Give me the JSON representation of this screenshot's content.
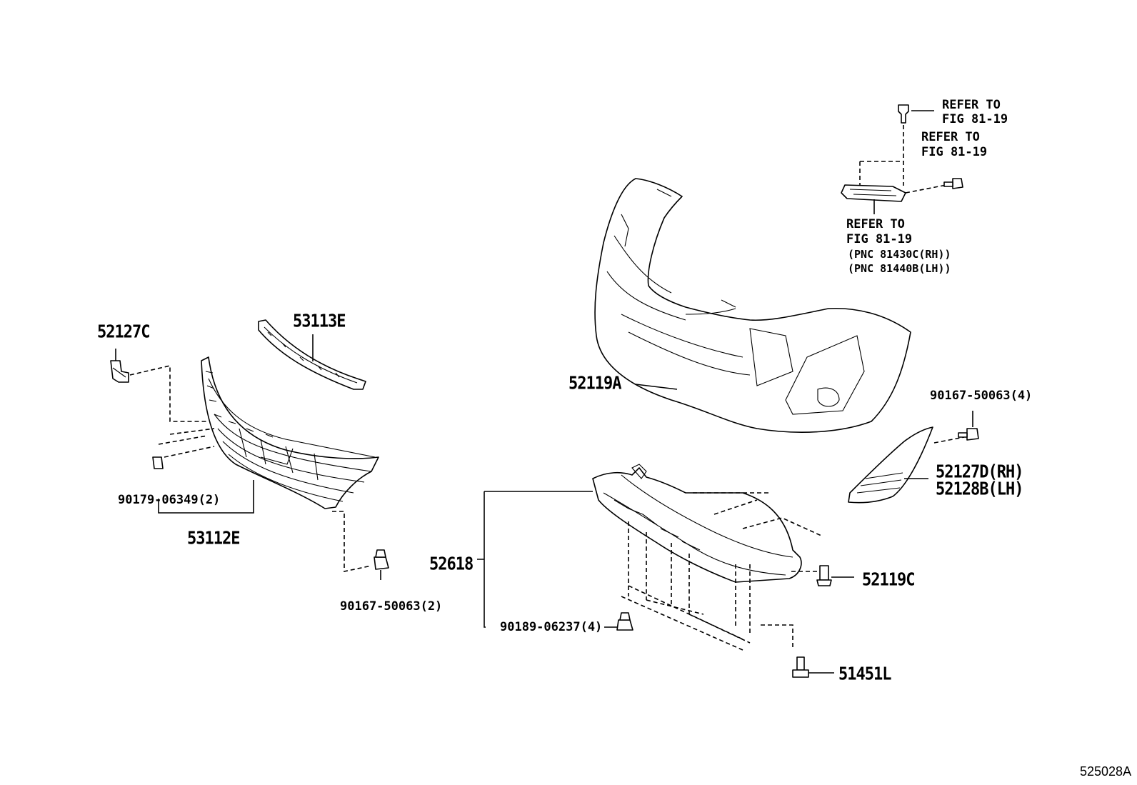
{
  "diagram_id": "525028A",
  "callouts": {
    "refer_top": {
      "line1": "REFER TO",
      "line2": "FIG 81-19"
    },
    "refer_right": {
      "line1": "REFER TO",
      "line2": "FIG 81-19"
    },
    "refer_lamp": {
      "line1": "REFER TO",
      "line2": "FIG 81-19",
      "line3": "(PNC 81430C(RH))",
      "line4": "(PNC 81440B(LH))"
    },
    "p52127C": "52127C",
    "p53113E": "53113E",
    "p52119A": "52119A",
    "p90167_4": "90167-50063(4)",
    "p52127D": "52127D(RH)",
    "p52128B": "52128B(LH)",
    "p90179": "90179-06349(2)",
    "p53112E": "53112E",
    "p52618": "52618",
    "p52119C": "52119C",
    "p90167_2": "90167-50063(2)",
    "p90189": "90189-06237(4)",
    "p51451L": "51451L"
  }
}
